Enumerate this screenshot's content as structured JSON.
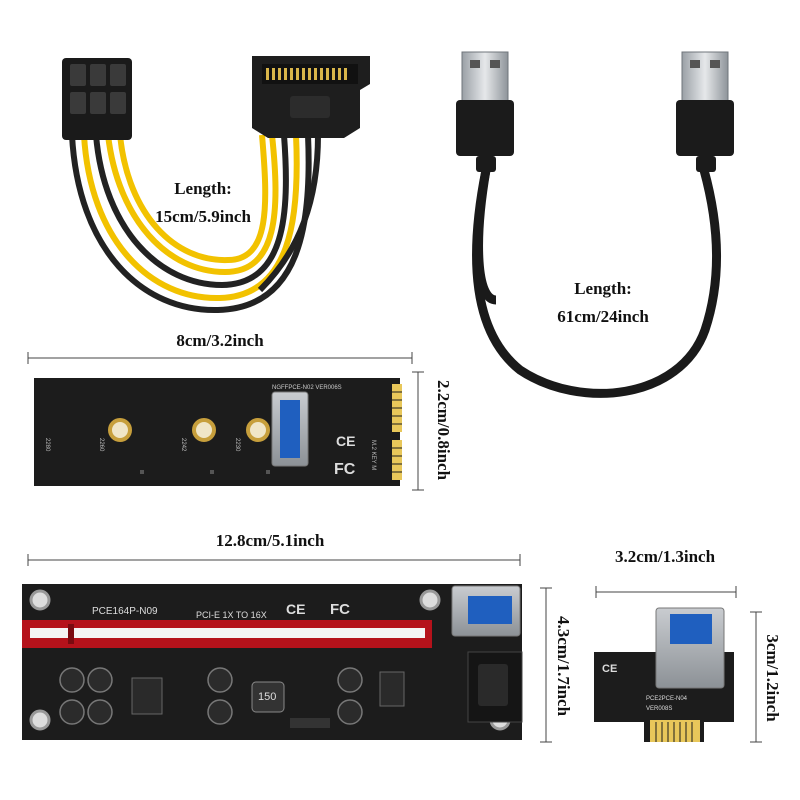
{
  "products": {
    "power_cable": {
      "length_title": "Length:",
      "length_value": "15cm/5.9inch"
    },
    "usb_cable": {
      "length_title": "Length:",
      "length_value": "61cm/24inch"
    },
    "m2_adapter": {
      "width": "8cm/3.2inch",
      "height": "2.2cm/0.8inch",
      "model_text": "NGFFPCE-N02 VER006S",
      "key_text": "M.2 KEY M",
      "size_marks": [
        "2280",
        "2260",
        "2242",
        "2230"
      ]
    },
    "riser_board": {
      "width": "12.8cm/5.1inch",
      "height": "4.3cm/1.7inch",
      "model_text": "PCE164P-N09",
      "slot_text": "PCI-E 1X TO 16X",
      "chip_text": "150"
    },
    "x1_adapter": {
      "width": "3.2cm/1.3inch",
      "height": "3cm/1.2inch",
      "model_text": "PCE2PCE-N04",
      "version_text": "VER008S"
    }
  },
  "colors": {
    "pcb": "#1c1c1c",
    "gold": "#e8c75a",
    "yellow_wire": "#f2c200",
    "red_slot": "#b5121b",
    "usb_blue": "#1f5fbf"
  }
}
